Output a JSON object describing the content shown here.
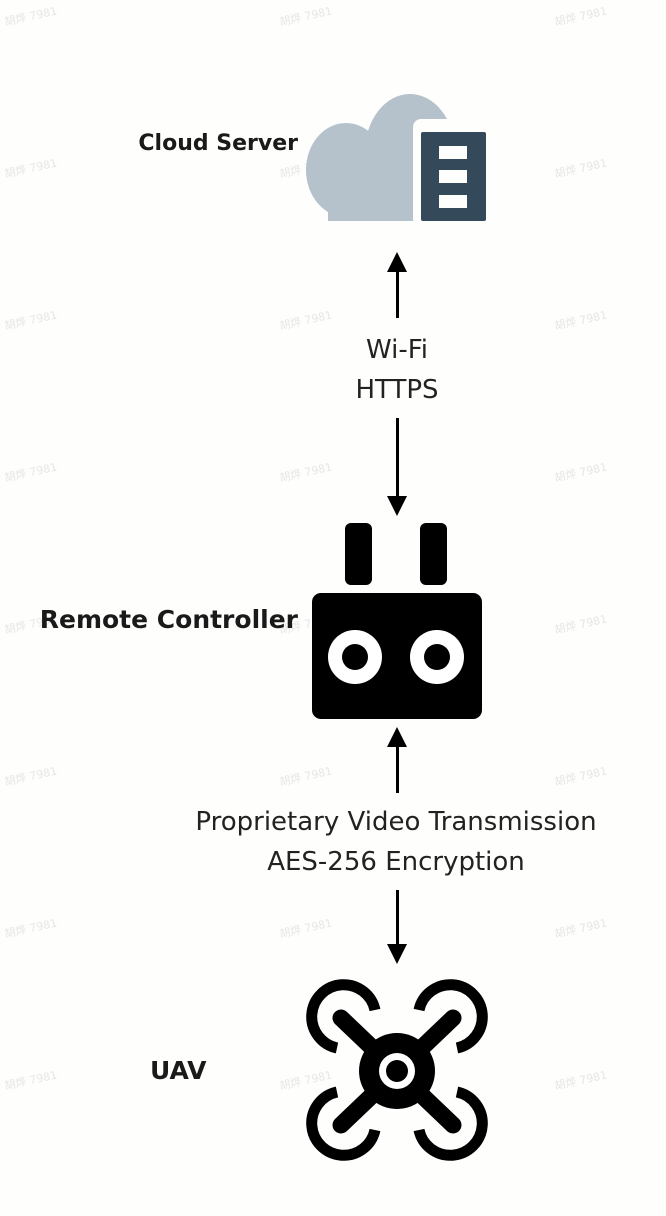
{
  "nodes": {
    "cloud_server": {
      "label": "Cloud Server"
    },
    "remote_controller": {
      "label": "Remote Controller"
    },
    "uav": {
      "label": "UAV"
    }
  },
  "edges": [
    {
      "from": "Remote Controller",
      "to": "Cloud Server",
      "lines": [
        "Wi-Fi",
        "HTTPS"
      ],
      "direction": "bidirectional"
    },
    {
      "from": "UAV",
      "to": "Remote Controller",
      "lines": [
        "Proprietary Video Transmission",
        "AES-256 Encryption"
      ],
      "direction": "bidirectional"
    }
  ],
  "watermark": "胡烨 7981",
  "colors": {
    "cloud": "#b5c2cc",
    "server": "#34495a",
    "ink": "#000000"
  }
}
